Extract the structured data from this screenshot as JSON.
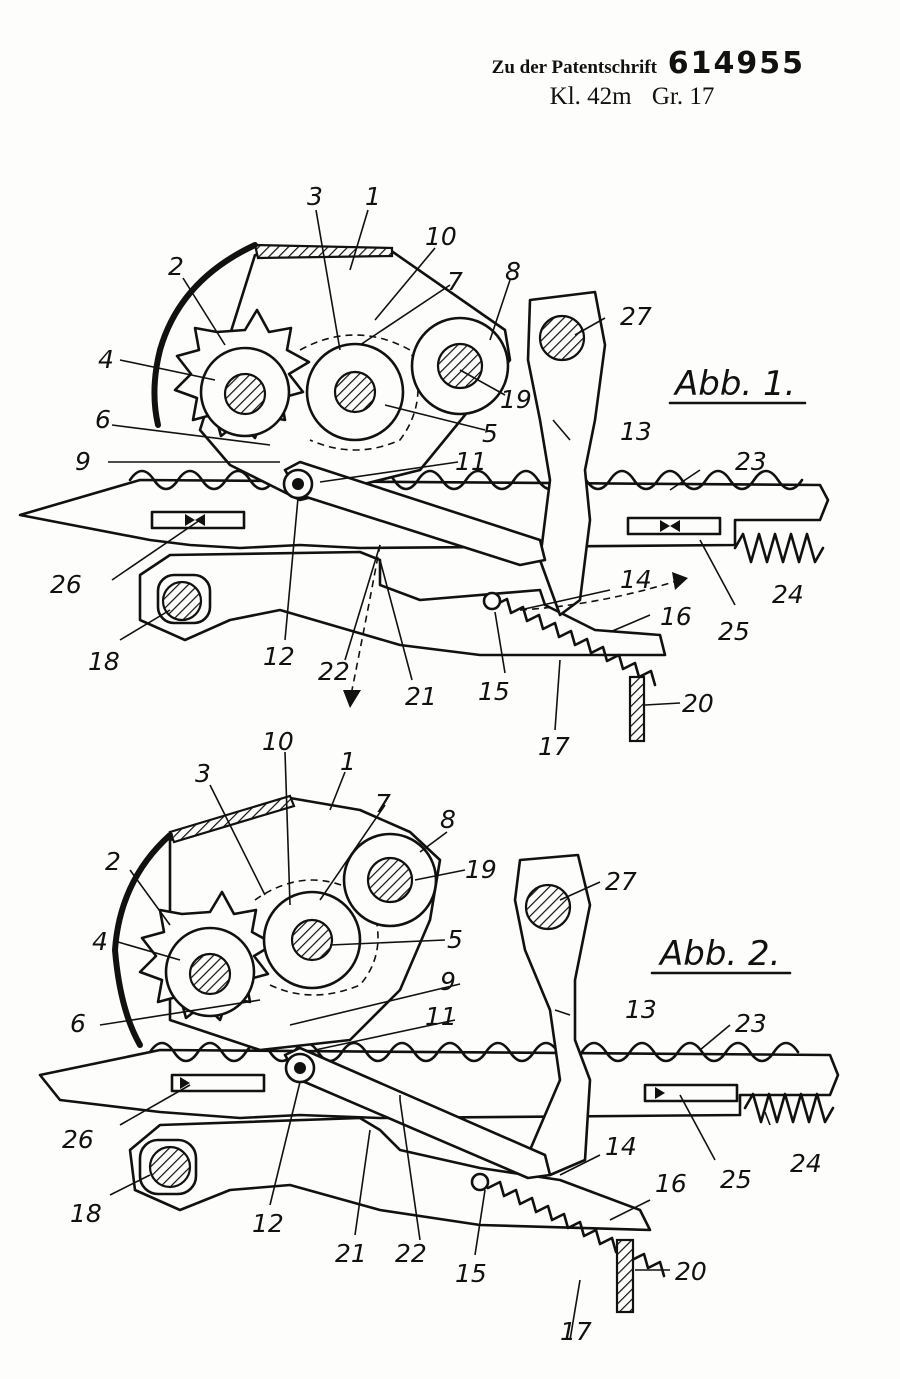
{
  "header": {
    "prefix": "Zu der Patentschrift",
    "patent_number": "614955",
    "class": "Kl. 42m",
    "group": "Gr. 17"
  },
  "figures": [
    {
      "title": "Abb. 1.",
      "labels": [
        "1",
        "2",
        "3",
        "4",
        "5",
        "6",
        "7",
        "8",
        "9",
        "10",
        "11",
        "12",
        "13",
        "14",
        "15",
        "16",
        "17",
        "18",
        "19",
        "20",
        "21",
        "22",
        "23",
        "24",
        "25",
        "26",
        "27"
      ]
    },
    {
      "title": "Abb. 2.",
      "labels": [
        "1",
        "2",
        "3",
        "4",
        "5",
        "6",
        "7",
        "8",
        "9",
        "10",
        "11",
        "12",
        "13",
        "14",
        "15",
        "16",
        "17",
        "18",
        "19",
        "20",
        "21",
        "22",
        "23",
        "24",
        "25",
        "26",
        "27"
      ]
    }
  ]
}
